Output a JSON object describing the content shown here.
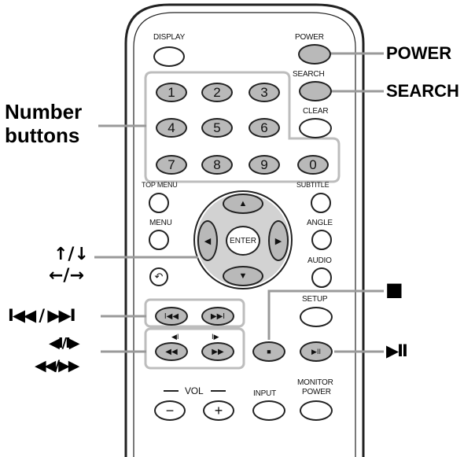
{
  "button_labels": {
    "display": "DISPLAY",
    "power": "POWER",
    "search": "SEARCH",
    "clear": "CLEAR",
    "top_menu": "TOP MENU",
    "subtitle": "SUBTITLE",
    "menu": "MENU",
    "angle": "ANGLE",
    "enter": "ENTER",
    "audio": "AUDIO",
    "setup": "SETUP",
    "vol": "VOL",
    "vol_minus": "−",
    "vol_plus": "+",
    "input": "INPUT",
    "monitor_power_line1": "MONITOR",
    "monitor_power_line2": "POWER"
  },
  "number_keys": [
    "1",
    "2",
    "3",
    "4",
    "5",
    "6",
    "7",
    "8",
    "9",
    "0"
  ],
  "callouts": {
    "power": "POWER",
    "search": "SEARCH",
    "number_buttons_line1": "Number",
    "number_buttons_line2": "buttons",
    "cursor_line1": "↑/↓",
    "cursor_line2": "←/→",
    "skip": "I◀◀ / ▶▶I",
    "step_line1": "◀I/I▶",
    "step_line2": "◀◀/▶▶",
    "stop": "■",
    "play_pause": "▶II"
  },
  "colors": {
    "outline": "#222222",
    "highlighted_button": "#b9b9b9",
    "group_outline": "#bdbdbd",
    "leader_line": "#9a9a9a",
    "dpad_ring": "#d2d2d2"
  }
}
